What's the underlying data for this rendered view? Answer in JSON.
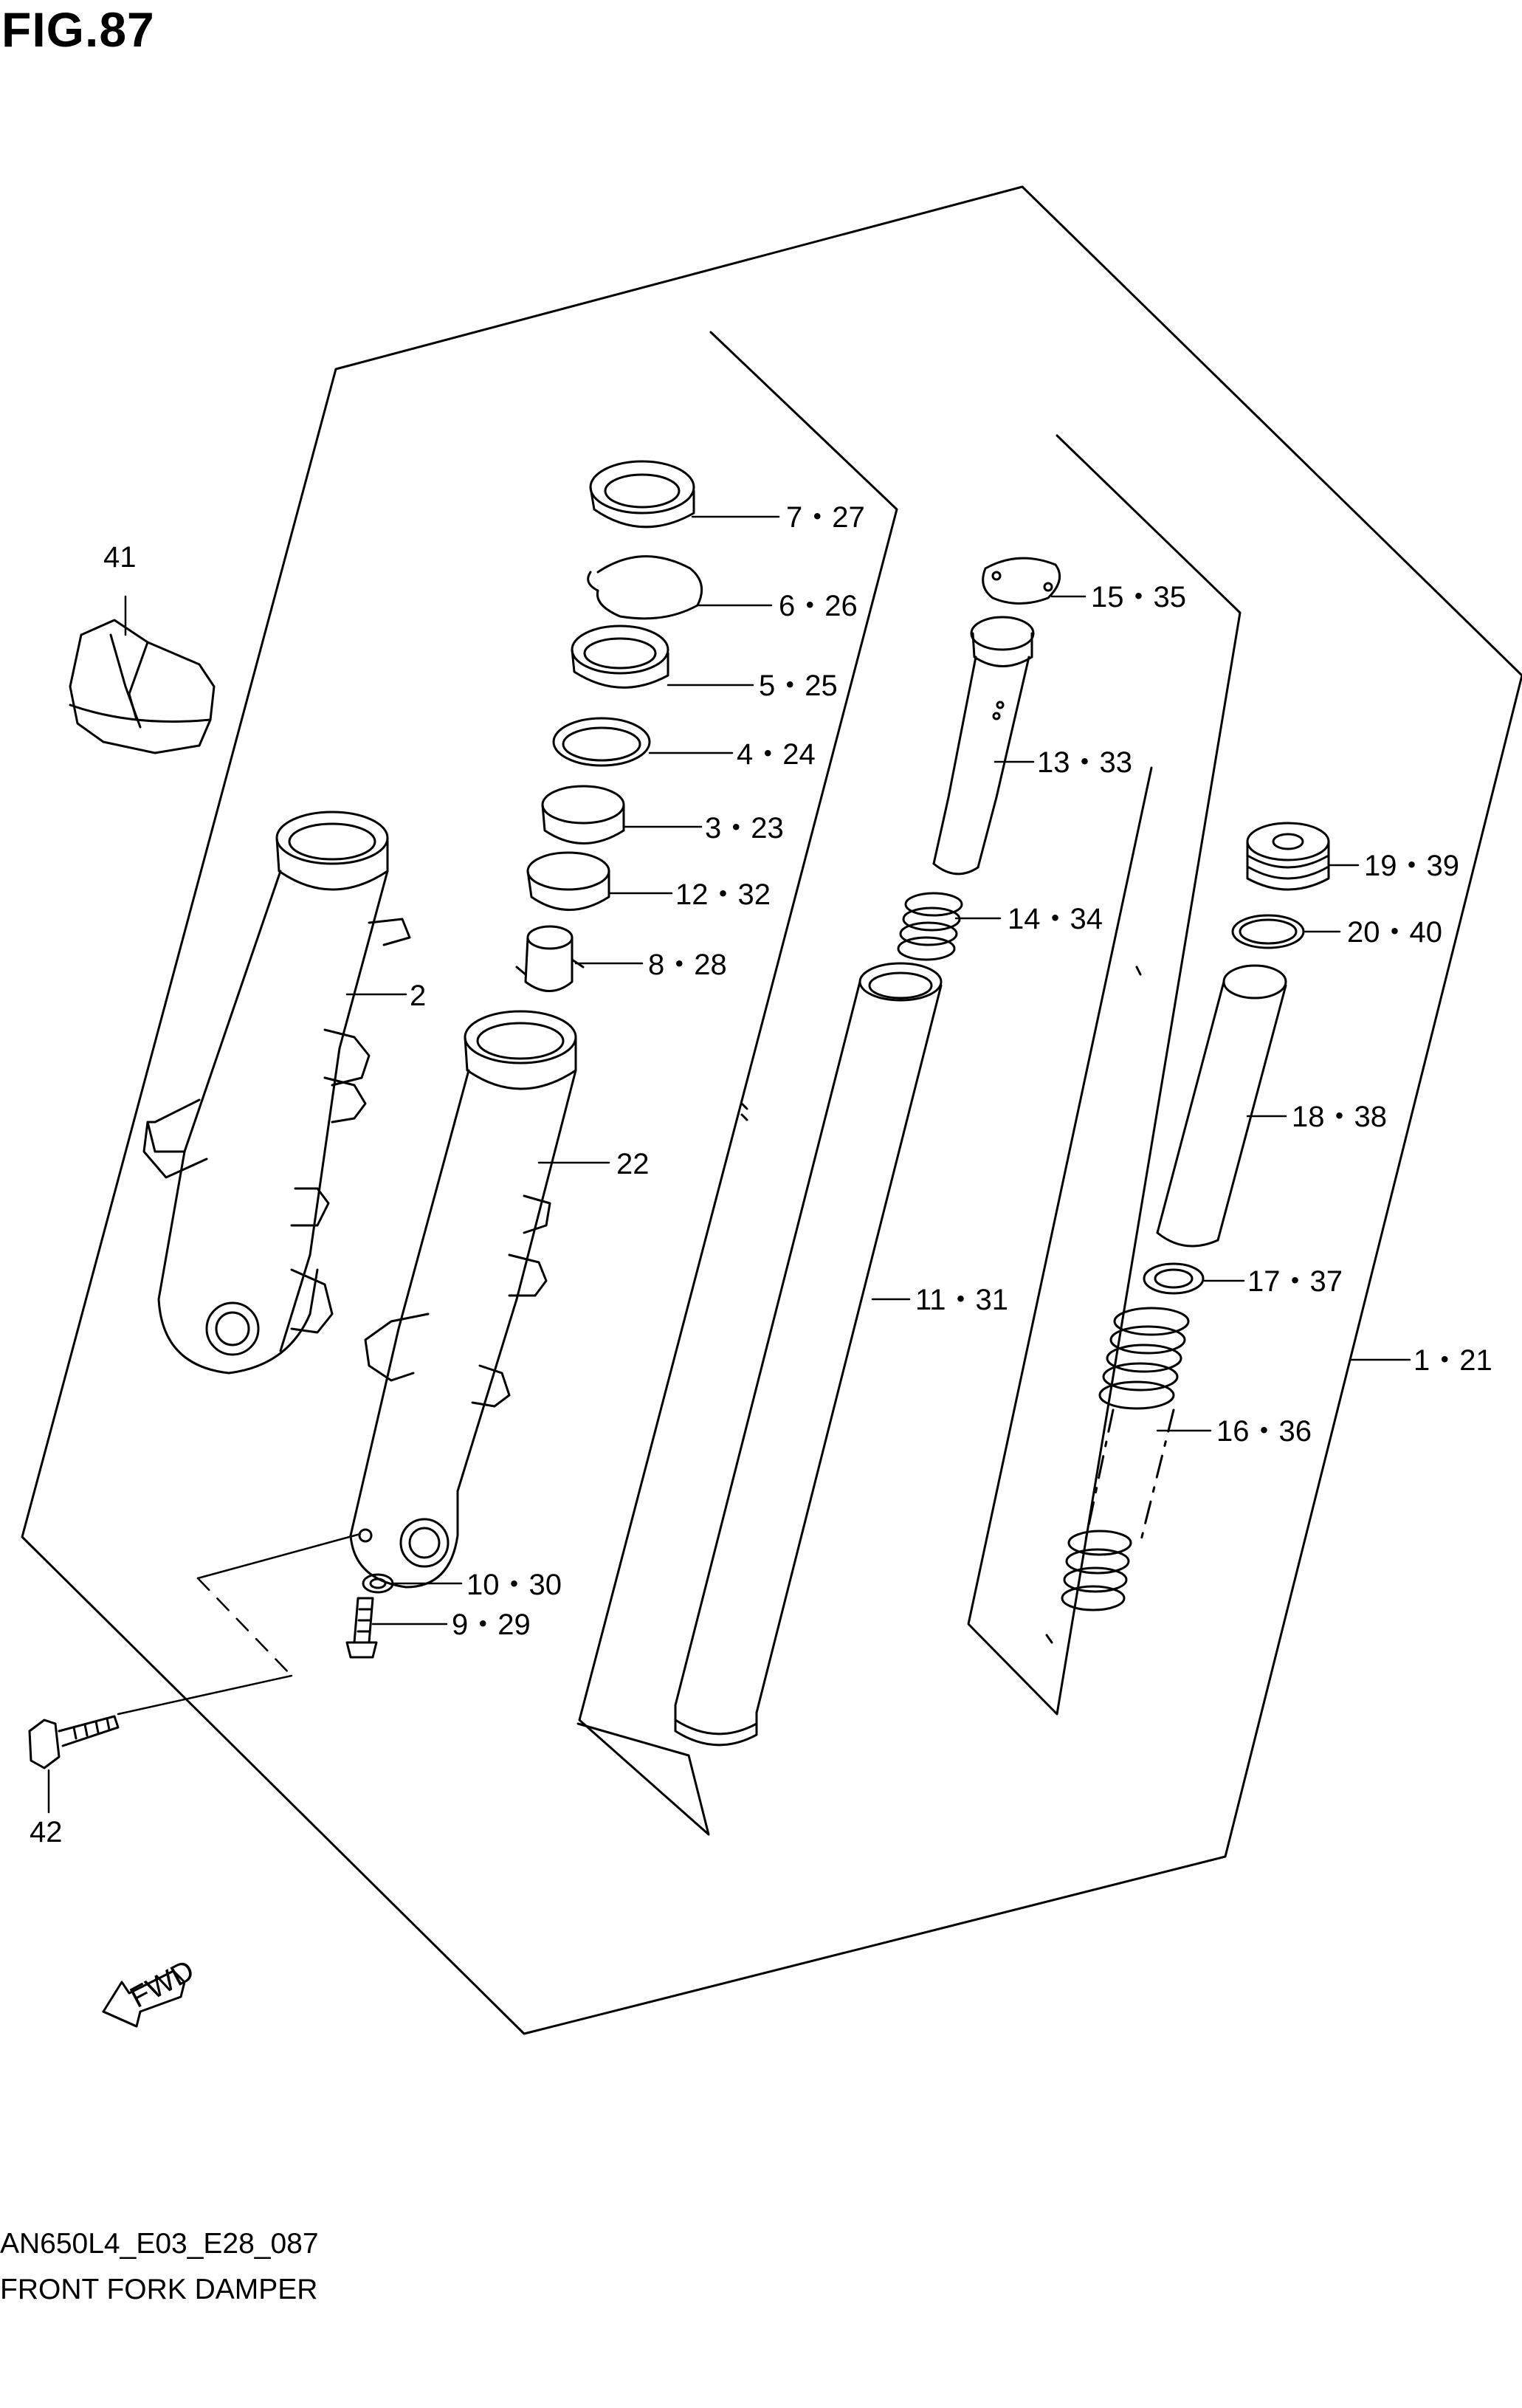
{
  "figure": {
    "title": "FIG.87",
    "diagram_code": "AN650L4_E03_E28_087",
    "diagram_name": "FRONT FORK DAMPER"
  },
  "callouts": [
    {
      "id": "41",
      "label": "41"
    },
    {
      "id": "7-27",
      "label": "7・27"
    },
    {
      "id": "6-26",
      "label": "6・26"
    },
    {
      "id": "5-25",
      "label": "5・25"
    },
    {
      "id": "4-24",
      "label": "4・24"
    },
    {
      "id": "3-23",
      "label": "3・23"
    },
    {
      "id": "12-32",
      "label": "12・32"
    },
    {
      "id": "8-28",
      "label": "8・28"
    },
    {
      "id": "2",
      "label": "2"
    },
    {
      "id": "22",
      "label": "22"
    },
    {
      "id": "15-35",
      "label": "15・35"
    },
    {
      "id": "13-33",
      "label": "13・33"
    },
    {
      "id": "14-34",
      "label": "14・34"
    },
    {
      "id": "19-39",
      "label": "19・39"
    },
    {
      "id": "20-40",
      "label": "20・40"
    },
    {
      "id": "18-38",
      "label": "18・38"
    },
    {
      "id": "11-31",
      "label": "11・31"
    },
    {
      "id": "17-37",
      "label": "17・37"
    },
    {
      "id": "1-21",
      "label": "1・21"
    },
    {
      "id": "16-36",
      "label": "16・36"
    },
    {
      "id": "10-30",
      "label": "10・30"
    },
    {
      "id": "9-29",
      "label": "9・29"
    },
    {
      "id": "42",
      "label": "42"
    }
  ],
  "fwd_marker": {
    "label": "FWD",
    "icon": "fwd-arrow-icon"
  }
}
